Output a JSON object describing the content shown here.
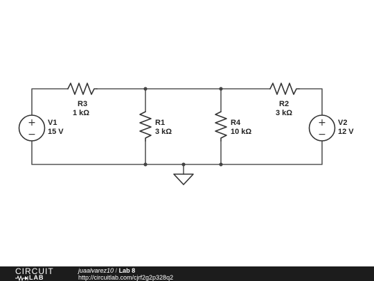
{
  "circuit": {
    "components": [
      {
        "id": "V1",
        "name": "V1",
        "value": "15 V",
        "kind": "voltage-source"
      },
      {
        "id": "R3",
        "name": "R3",
        "value": "1 kΩ",
        "kind": "resistor"
      },
      {
        "id": "R1",
        "name": "R1",
        "value": "3 kΩ",
        "kind": "resistor"
      },
      {
        "id": "R4",
        "name": "R4",
        "value": "10 kΩ",
        "kind": "resistor"
      },
      {
        "id": "R2",
        "name": "R2",
        "value": "3 kΩ",
        "kind": "resistor"
      },
      {
        "id": "V2",
        "name": "V2",
        "value": "12 V",
        "kind": "voltage-source"
      }
    ],
    "source_signs": {
      "plus": "+",
      "minus": "−"
    },
    "colors": {
      "wire": "#555555",
      "symbol": "#333333",
      "label": "#222222"
    }
  },
  "footer": {
    "logo_top": "CIRCUIT",
    "logo_bottom": "LAB",
    "author": "juaalvarez10",
    "separator": " / ",
    "title": "Lab 8",
    "url": "http://circuitlab.com/cjrf2g2p328q2",
    "background": "#1c1c1c"
  }
}
